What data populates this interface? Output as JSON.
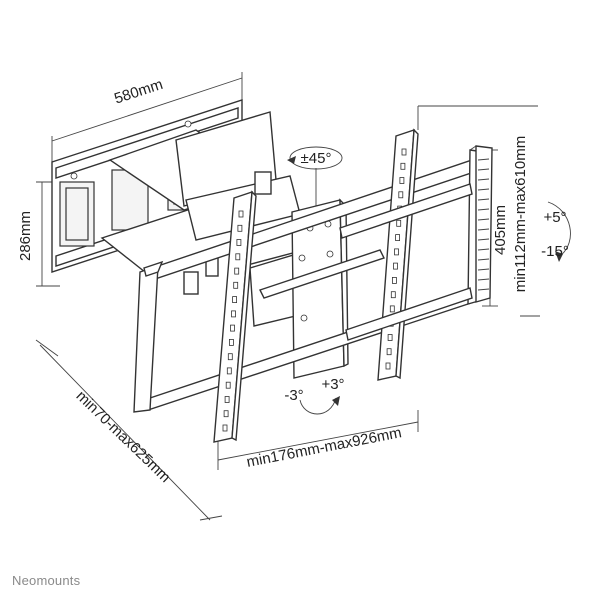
{
  "dimensions": {
    "width_label": "580mm",
    "height_label": "286mm",
    "vesa_height_label": "405mm",
    "height_range_label": "min112mm-max610mm",
    "depth_label": "min70-max625mm",
    "vesa_width_label": "min176mm-max926mm"
  },
  "rotation": {
    "swivel_label": "±45°",
    "tilt_up_label": "+5°",
    "tilt_down_label": "-15°",
    "level_minus_label": "-3°",
    "level_plus_label": "+3°"
  },
  "brand": {
    "name": "Neomounts",
    "color": "#8a8a8a"
  }
}
